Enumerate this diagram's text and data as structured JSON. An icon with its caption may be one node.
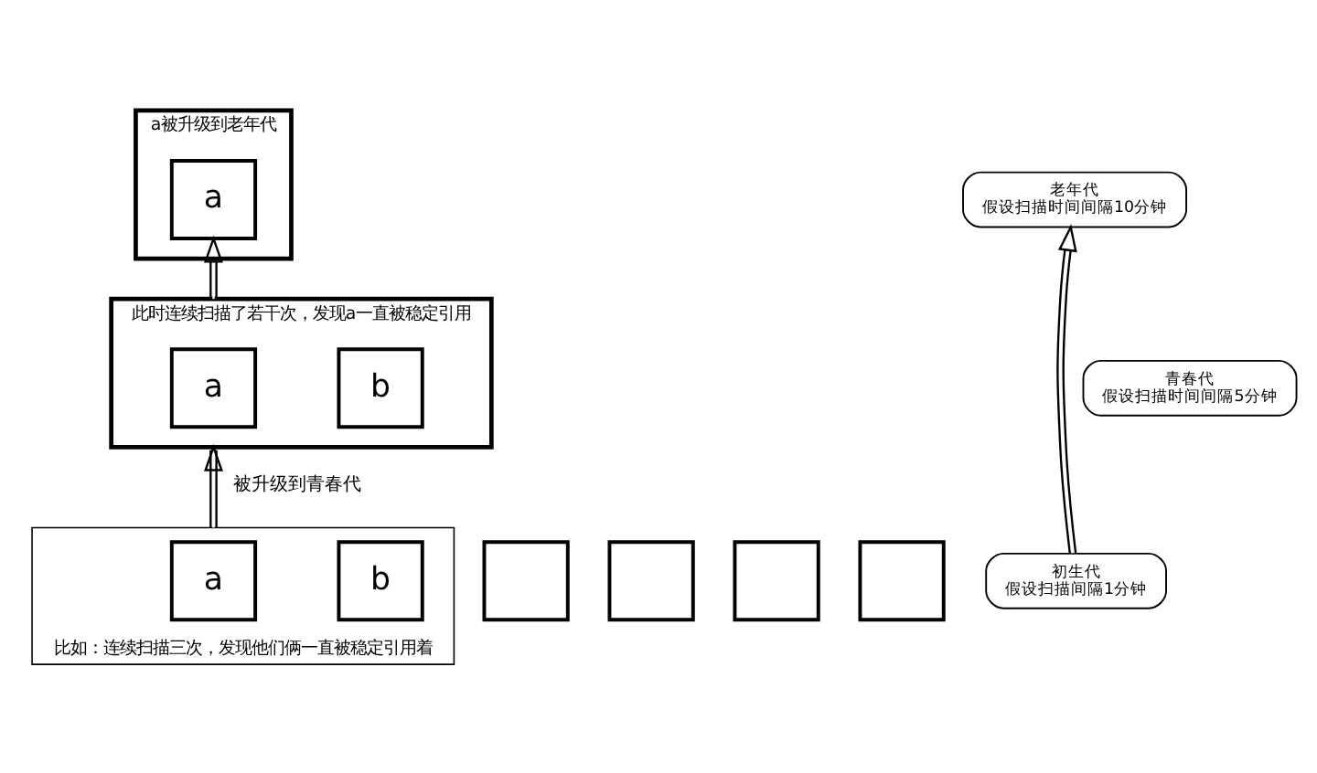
{
  "diagram": {
    "nodes": [
      {
        "text": [
          "a被升级到老年代"
        ]
      },
      {
        "text": [
          "a"
        ],
        "in": 0
      },
      {
        "text": [
          "老年代",
          "假设扫描时间间隔10分钟"
        ]
      },
      {
        "text": [
          "此时连续扫描了若干次，发现a一直被稳定引用"
        ]
      },
      {
        "text": [
          "a"
        ],
        "in": 3
      },
      {
        "text": [
          "b"
        ],
        "in": 3
      },
      {
        "text": [
          "青春代",
          "假设扫描时间间隔5分钟"
        ]
      },
      {
        "text": [
          "比如：连续扫描三次，发现他们俩一直被稳定引用着"
        ]
      },
      {
        "text": [
          "a"
        ],
        "in": 7
      },
      {
        "text": [
          "b"
        ],
        "in": 7
      },
      {
        "text": [],
        "shape": "box"
      },
      {
        "text": [],
        "shape": "box"
      },
      {
        "text": [],
        "shape": "box"
      },
      {
        "text": [],
        "shape": "box"
      },
      {
        "text": [
          "初生代",
          "假设扫描间隔1分钟"
        ]
      }
    ],
    "edges": [
      {
        "from": 3,
        "to": 1,
        "arrow": "to"
      },
      {
        "from": 7,
        "to": 3,
        "arrow": "to",
        "label": "被升级到青春代"
      },
      {
        "from": 14,
        "to": 2,
        "arrow": "to"
      }
    ]
  }
}
